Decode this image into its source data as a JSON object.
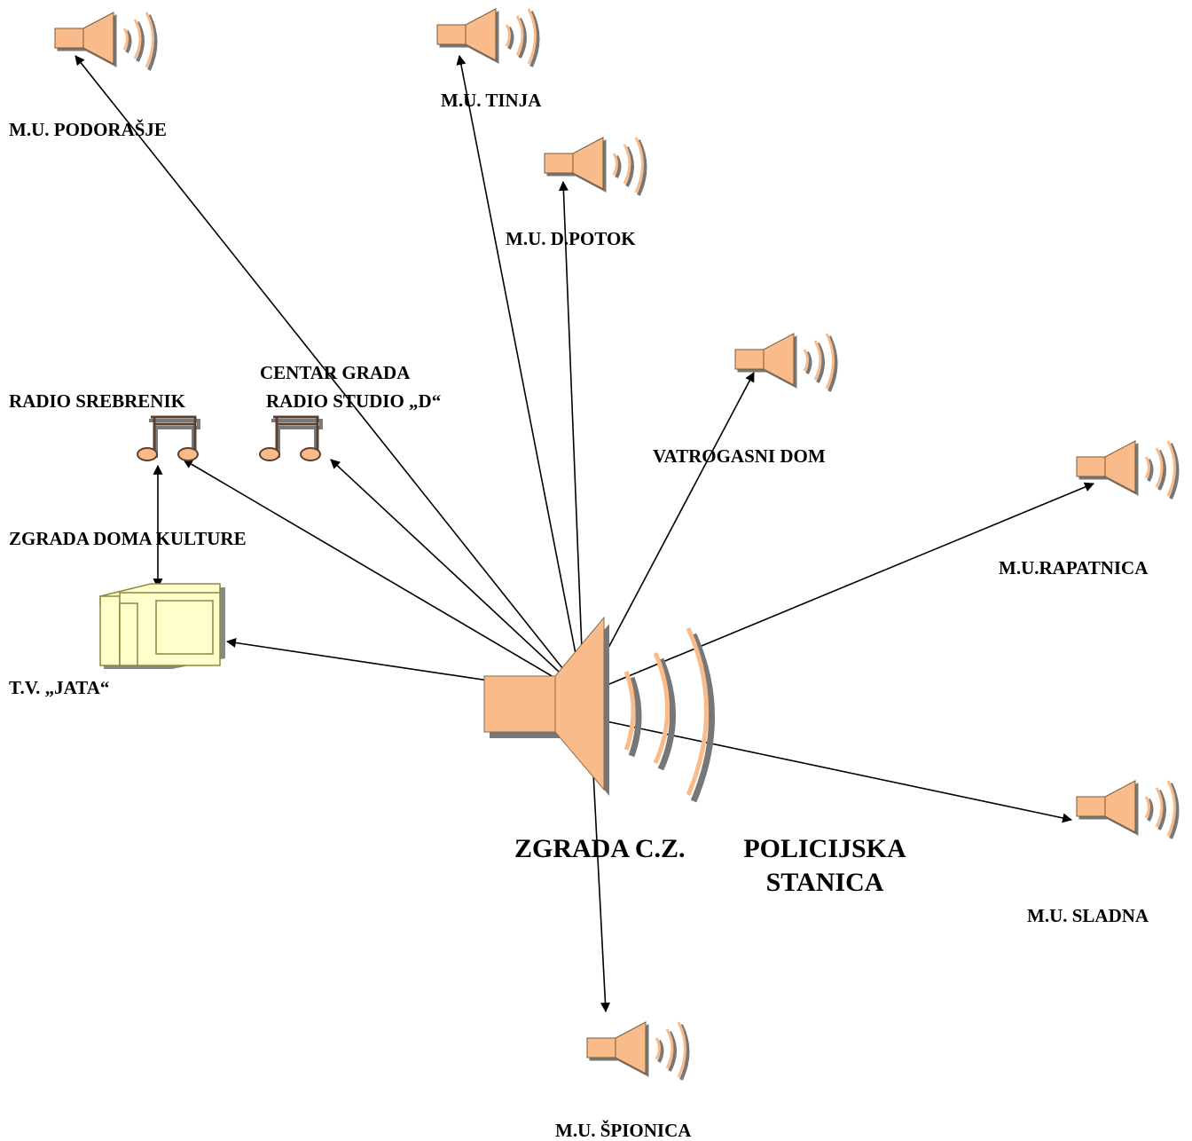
{
  "colors": {
    "speaker_fill": "#f9bb8a",
    "speaker_shadow": "#7a7a7a",
    "tv_fill": "#ffffcc",
    "tv_stroke": "#8a8a40",
    "line": "#000000"
  },
  "hub": {
    "icon": "large-speaker-icon",
    "label": "ZGRADA C.Z."
  },
  "police": {
    "line1": "POLICIJSKA",
    "line2": "STANICA"
  },
  "speakers": [
    {
      "id": "podorasje",
      "label": "M.U. PODORAŠJE",
      "icon": "speaker-icon"
    },
    {
      "id": "tinja",
      "label": "M.U. TINJA",
      "icon": "speaker-icon"
    },
    {
      "id": "dpotok",
      "label": "M.U. D.POTOK",
      "icon": "speaker-icon"
    },
    {
      "id": "vatrogasni",
      "label": "VATROGASNI DOM",
      "icon": "speaker-icon"
    },
    {
      "id": "rapatnica",
      "label": "M.U.RAPATNICA",
      "icon": "speaker-icon"
    },
    {
      "id": "sladna",
      "label": "M.U.  SLADNA",
      "icon": "speaker-icon"
    },
    {
      "id": "spionica",
      "label": "M.U.  ŠPIONICA",
      "icon": "speaker-icon"
    }
  ],
  "radio_srebrenik": {
    "label": "RADIO SREBRENIK",
    "icon": "music-note-icon"
  },
  "centar_grada": {
    "line1": "CENTAR GRADA",
    "line2": "RADIO STUDIO „D“",
    "icon": "music-note-icon"
  },
  "doma_kulture": {
    "label": "ZGRADA DOMA KULTURE"
  },
  "tv": {
    "label": "T.V. „JATA“",
    "icon": "tv-icon"
  }
}
